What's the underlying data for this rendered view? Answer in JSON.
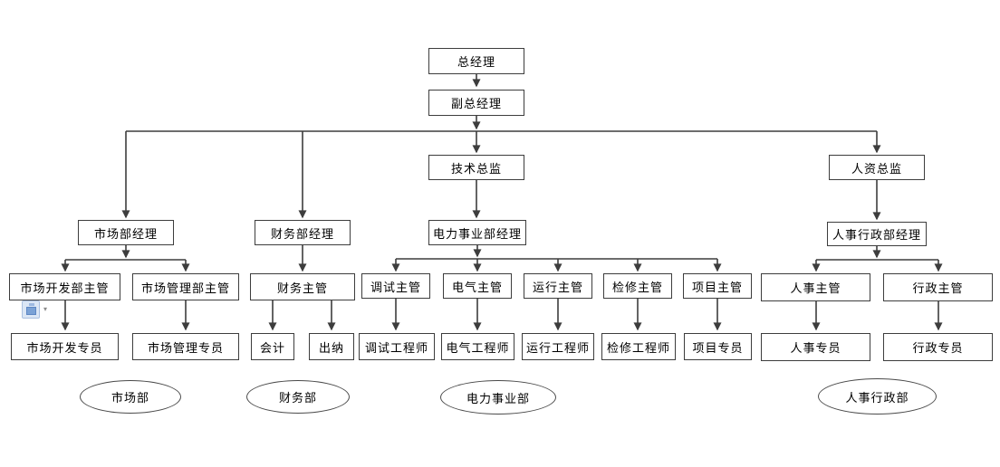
{
  "diagram": {
    "title": "company organization chart",
    "colors": {
      "line": "#3d3d3d",
      "box_border": "#3d3d3d",
      "text": "#000000",
      "background": "#ffffff",
      "paste_icon_fill": "#dbe6f5",
      "paste_icon_accent": "#7ba2d6"
    },
    "icons": {
      "paste_options": "paste-options-clipboard-icon",
      "paste_dropdown": "chevron-down-icon",
      "paste_dropdown_glyph": "▾"
    },
    "nodes": {
      "general_manager": {
        "label": "总经理"
      },
      "deputy_general_manager": {
        "label": "副总经理"
      },
      "technical_director": {
        "label": "技术总监"
      },
      "hr_director": {
        "label": "人资总监"
      },
      "marketing_dept_manager": {
        "label": "市场部经理"
      },
      "finance_dept_manager": {
        "label": "财务部经理"
      },
      "power_division_manager": {
        "label": "电力事业部经理"
      },
      "hr_admin_dept_manager": {
        "label": "人事行政部经理"
      },
      "market_development_supervisor": {
        "label": "市场开发部主管"
      },
      "market_management_supervisor": {
        "label": "市场管理部主管"
      },
      "finance_supervisor": {
        "label": "财务主管"
      },
      "commissioning_supervisor": {
        "label": "调试主管"
      },
      "electrical_supervisor": {
        "label": "电气主管"
      },
      "operation_supervisor": {
        "label": "运行主管"
      },
      "maintenance_supervisor": {
        "label": "检修主管"
      },
      "project_supervisor": {
        "label": "项目主管"
      },
      "hr_supervisor": {
        "label": "人事主管"
      },
      "admin_supervisor": {
        "label": "行政主管"
      },
      "market_development_specialist": {
        "label": "市场开发专员"
      },
      "market_management_specialist": {
        "label": "市场管理专员"
      },
      "accountant": {
        "label": "会计"
      },
      "cashier": {
        "label": "出纳"
      },
      "commissioning_engineer": {
        "label": "调试工程师"
      },
      "electrical_engineer": {
        "label": "电气工程师"
      },
      "operation_engineer": {
        "label": "运行工程师"
      },
      "maintenance_engineer": {
        "label": "检修工程师"
      },
      "project_specialist": {
        "label": "项目专员"
      },
      "hr_specialist": {
        "label": "人事专员"
      },
      "admin_specialist": {
        "label": "行政专员"
      }
    },
    "departments": {
      "marketing": {
        "label": "市场部"
      },
      "finance": {
        "label": "财务部"
      },
      "power": {
        "label": "电力事业部"
      },
      "hr_admin": {
        "label": "人事行政部"
      }
    }
  }
}
